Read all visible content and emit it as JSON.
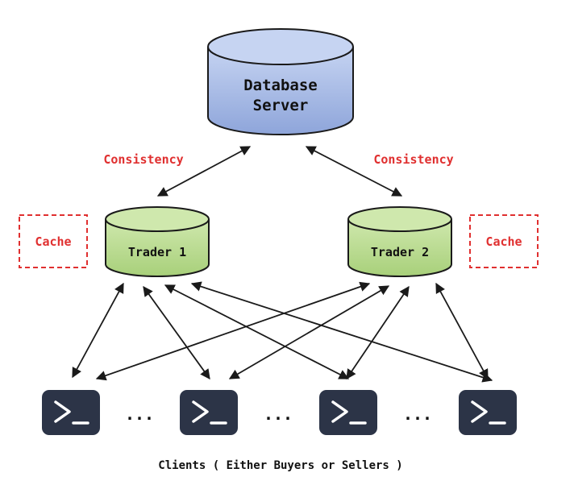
{
  "database": {
    "line1": "Database",
    "line2": "Server",
    "fill_top": "#b8c9ee",
    "fill_bottom": "#8ea5da"
  },
  "traders": [
    {
      "label": "Trader 1",
      "fill": "#b5d98e"
    },
    {
      "label": "Trader 2",
      "fill": "#b5d98e"
    }
  ],
  "consistency": {
    "left": "Consistency",
    "right": "Consistency"
  },
  "cache": {
    "left": "Cache",
    "right": "Cache"
  },
  "clients": {
    "count": 4,
    "icon": "terminal-icon",
    "ellipsis": "...",
    "caption": "Clients ( Either Buyers or Sellers )"
  },
  "colors": {
    "accent_red": "#e03030",
    "terminal_bg": "#2c3447",
    "outline": "#1a1a1a"
  }
}
